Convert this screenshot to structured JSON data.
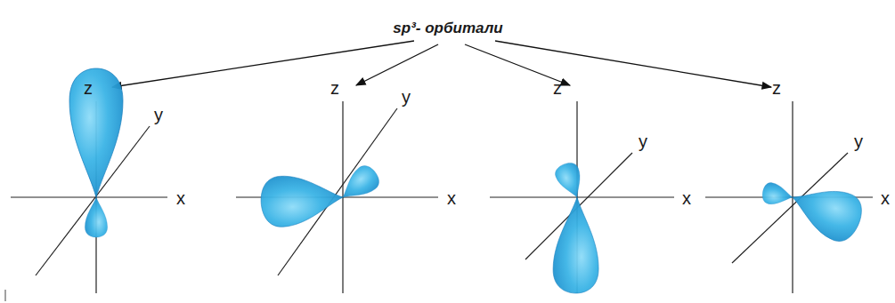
{
  "diagram": {
    "title": "sp³- орбитали",
    "labels": [
      "z",
      "y",
      "x",
      "z",
      "y",
      "x",
      "z",
      "y",
      "x",
      "z",
      "y",
      "x"
    ]
  }
}
